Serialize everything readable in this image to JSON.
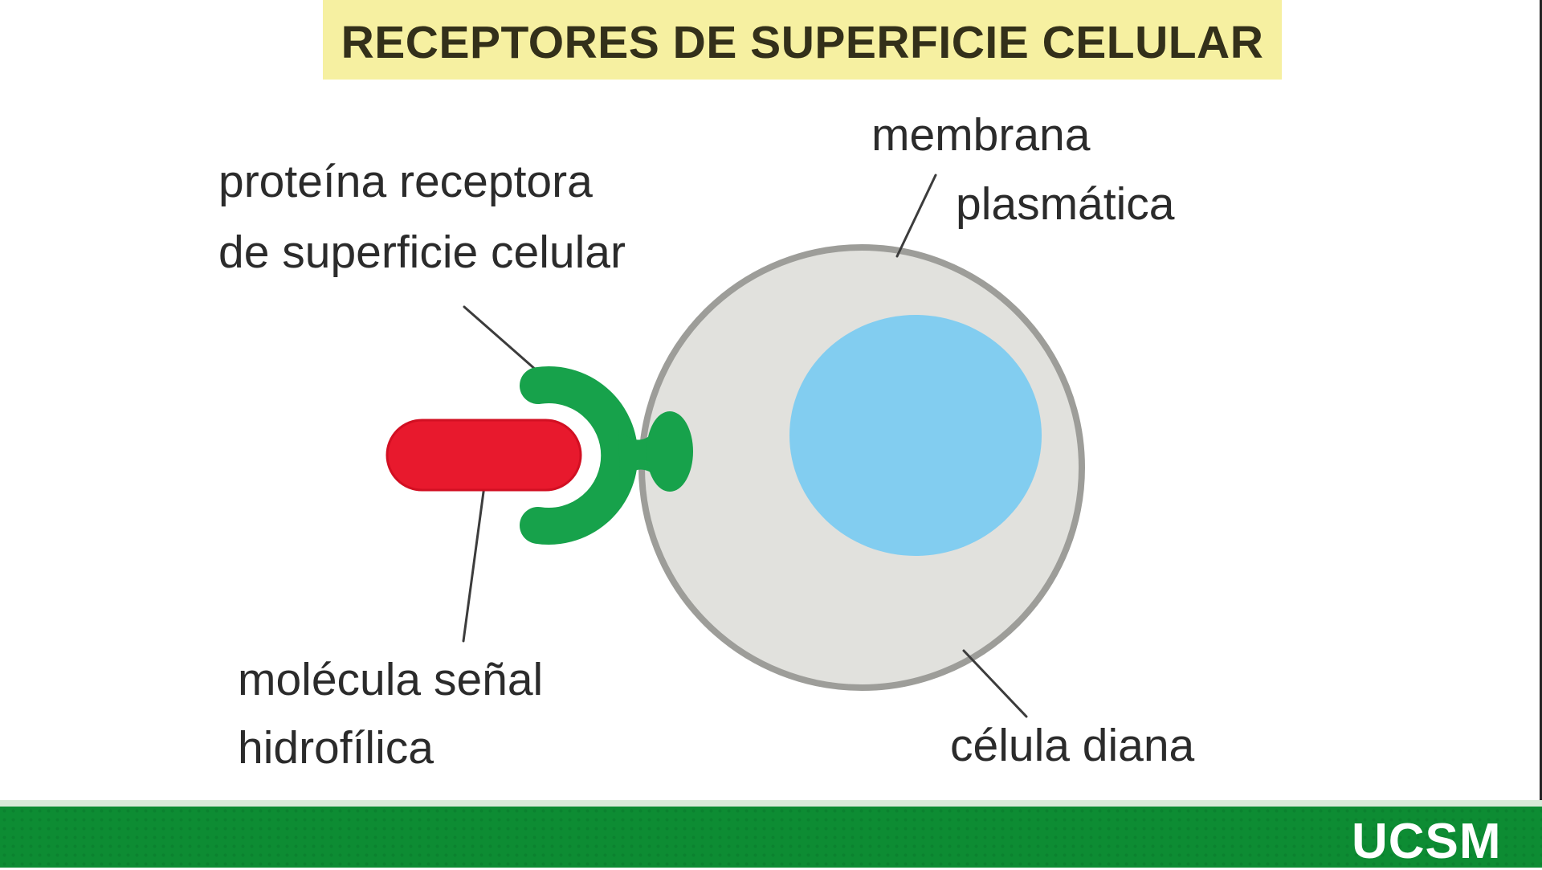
{
  "title": {
    "text": "RECEPTORES DE SUPERFICIE CELULAR"
  },
  "diagram": {
    "labels": {
      "receptor_protein": {
        "line1": "proteína receptora",
        "line2": "de superficie celular"
      },
      "plasma_membrane": {
        "line1": "membrana",
        "line2": "plasmática"
      },
      "signal_molecule": {
        "line1": "molécula señal",
        "line2": "hidrofílica"
      },
      "target_cell": "célula diana"
    },
    "colors": {
      "banner_bg": "#f6f0a1",
      "title_text": "#33301a",
      "label_text": "#2b2b2b",
      "cell_fill": "#e1e1dd",
      "cell_border": "#9d9d99",
      "nucleus_fill": "#82cdf0",
      "receptor_green": "#17a24b",
      "signal_red": "#e8192d",
      "signal_red_edge": "#d20f22",
      "pointer_line": "#3c3c3c",
      "footer_green": "#0d8c33",
      "footer_divider": "#d9ead9",
      "right_edge_line": "#242424"
    }
  },
  "footer": {
    "logo_text": "UCSM"
  }
}
